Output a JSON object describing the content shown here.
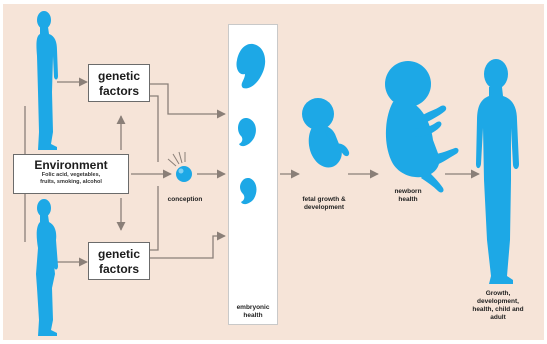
{
  "colors": {
    "background": "#f6e4d8",
    "figure": "#1da8e6",
    "arrow": "#8a7f78",
    "box_border": "#6b6b6b"
  },
  "genetic_top": {
    "line1": "genetic",
    "line2": "factors"
  },
  "genetic_bottom": {
    "line1": "genetic",
    "line2": "factors"
  },
  "environment": {
    "title": "Environment",
    "subtitle_line1": "Folic acid, vegetables,",
    "subtitle_line2": "fruits, smoking, alcohol"
  },
  "stages": {
    "conception": "conception",
    "embryonic_line1": "embryonic",
    "embryonic_line2": "health",
    "fetal_line1": "fetal growth &",
    "fetal_line2": "development",
    "newborn_line1": "newborn",
    "newborn_line2": "health",
    "adult_line1": "Growth,",
    "adult_line2": "development,",
    "adult_line3": "health, child and",
    "adult_line4": "adult"
  }
}
